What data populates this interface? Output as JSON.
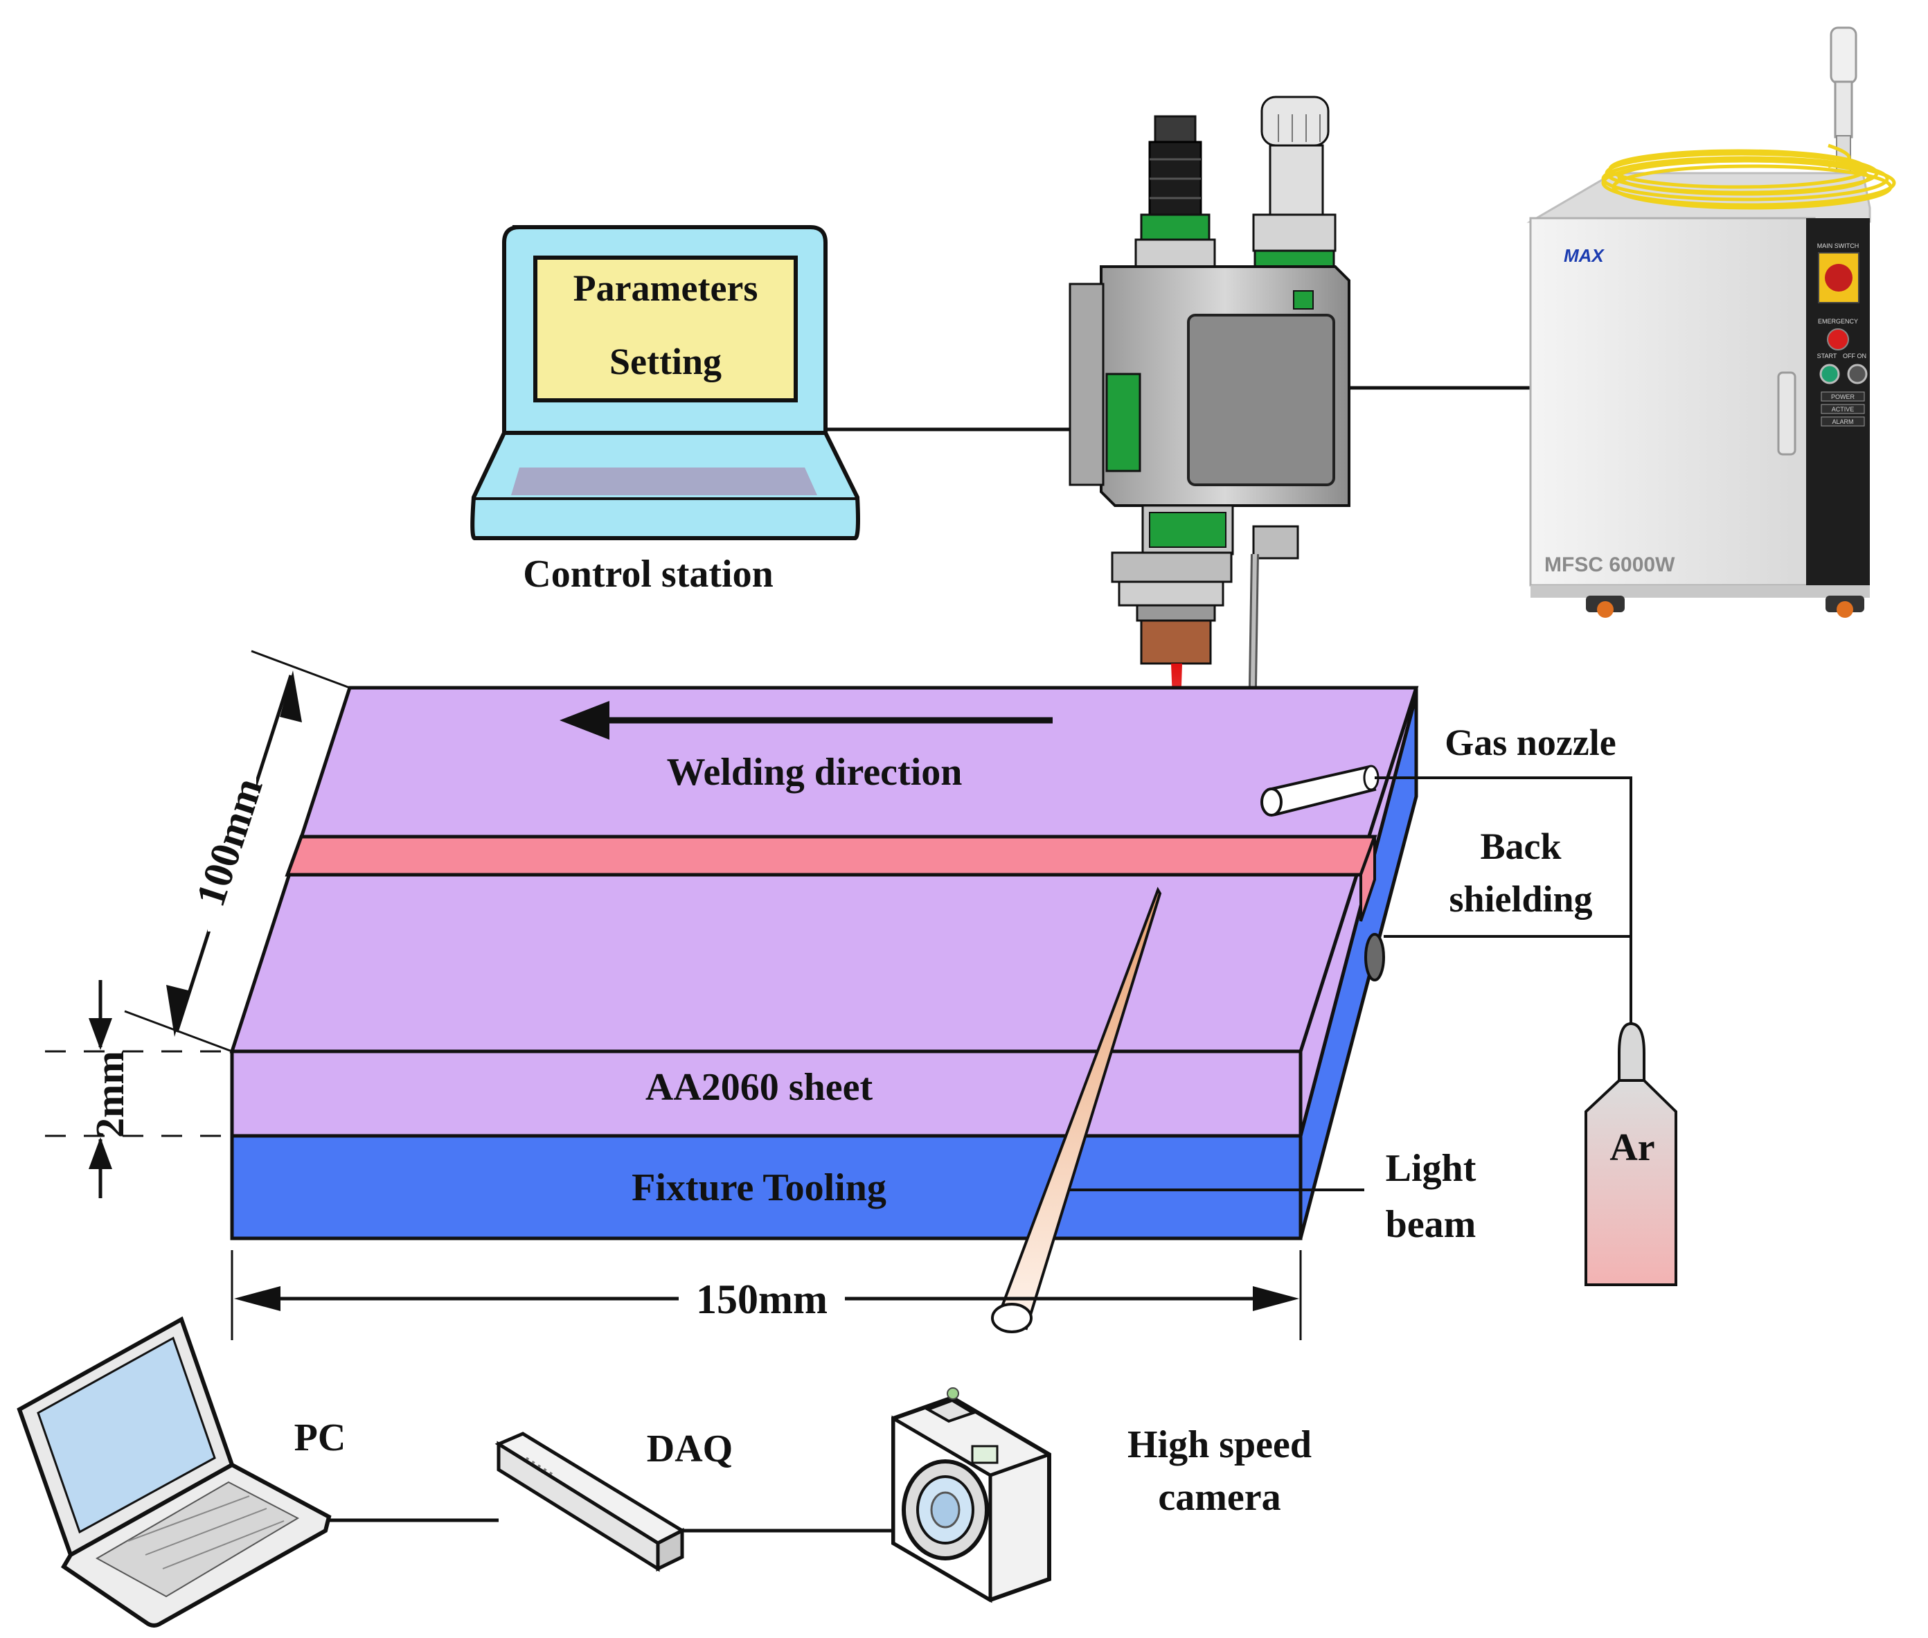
{
  "labels": {
    "screen_line1": "Parameters",
    "screen_line2": "Setting",
    "control_station": "Control station",
    "welding_direction": "Welding direction",
    "gas_nozzle": "Gas nozzle",
    "back_shielding_line1": "Back",
    "back_shielding_line2": "shielding",
    "sheet": "AA2060 sheet",
    "fixture": "Fixture Tooling",
    "light_beam_line1": "Light",
    "light_beam_line2": "beam",
    "argon": "Ar",
    "dim_length": "150mm",
    "dim_width": "100mm",
    "dim_thickness": "2mm",
    "pc": "PC",
    "daq": "DAQ",
    "camera_line1": "High speed",
    "camera_line2": "camera"
  },
  "laser_source": {
    "brand": "MAX",
    "model": "MFSC 6000W",
    "panel_main_switch": "MAIN SWITCH",
    "panel_emergency": "EMERGENCY",
    "panel_start": "START",
    "panel_off_on": "OFF ON",
    "panel_power": "POWER",
    "panel_active": "ACTIVE",
    "panel_alarm": "ALARM"
  },
  "colors": {
    "sheet": "#d4aef5",
    "weld_seam": "#f7899a",
    "fixture": "#4a78f5",
    "monitor": "#a7e6f5",
    "screen": "#f7ee9e",
    "keyboard": "#a7a9c8",
    "argon_top": "#d9d9d9",
    "argon_bottom": "#f2b8b8",
    "head_green": "#1f9e3a",
    "laser": "#d42020",
    "cable": "#f0d21c"
  }
}
